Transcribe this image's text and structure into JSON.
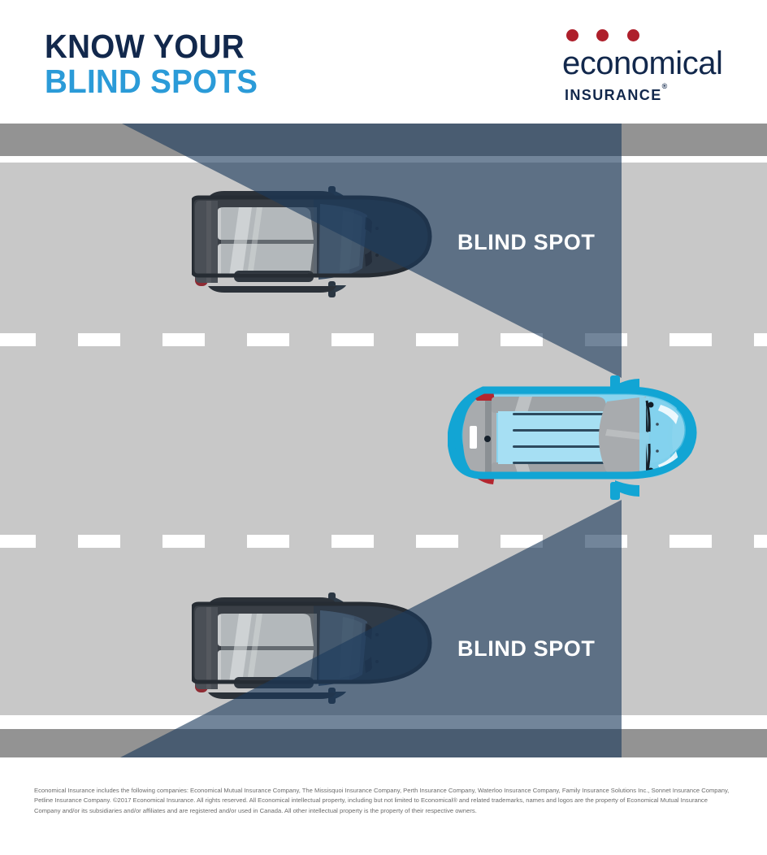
{
  "header": {
    "title_line1": "KNOW YOUR",
    "title_line2": "BLIND SPOTS",
    "title_color_line1": "#12284C",
    "title_color_line2": "#2B9BD8"
  },
  "logo": {
    "wordmark": "economical",
    "subtext": "INSURANCE",
    "registered_mark": "®",
    "dot_color": "#AE1F2B",
    "text_color": "#12284C",
    "dot_count": 3
  },
  "scene": {
    "blind_spot_label_top": "BLIND SPOT",
    "blind_spot_label_bottom": "BLIND SPOT",
    "colors": {
      "road": "#C8C8C8",
      "shoulder": "#939393",
      "lane_marking": "#FFFFFF",
      "blind_spot_overlay": "#1B3A5C",
      "ego_car_body": "#A5DCF0",
      "ego_car_outline": "#12A5D4",
      "other_car_body": "#3A3A3A",
      "taillight": "#C0392B"
    },
    "vehicles": [
      {
        "name": "car-top",
        "type": "other-vehicle",
        "color": "dark-gray",
        "position": "upper-left-lane",
        "in_blind_spot": true
      },
      {
        "name": "car-blue",
        "type": "ego-vehicle",
        "color": "light-blue",
        "position": "center-right-lane",
        "in_blind_spot": false
      },
      {
        "name": "car-bottom",
        "type": "other-vehicle",
        "color": "dark-gray",
        "position": "lower-left-lane",
        "in_blind_spot": true
      }
    ]
  },
  "footer": {
    "disclaimer": "Economical Insurance includes the following companies: Economical Mutual Insurance Company, The Missisquoi Insurance Company, Perth Insurance Company, Waterloo Insurance Company, Family Insurance Solutions Inc., Sonnet Insurance Company, Petline Insurance Company. ©2017 Economical Insurance. All rights reserved. All Economical intellectual property, including but not limited to Economical® and related trademarks, names and logos are the property of Economical Mutual Insurance Company and/or its subsidiaries and/or affiliates and are registered and/or used in Canada. All other intellectual property is the property of their respective owners."
  }
}
